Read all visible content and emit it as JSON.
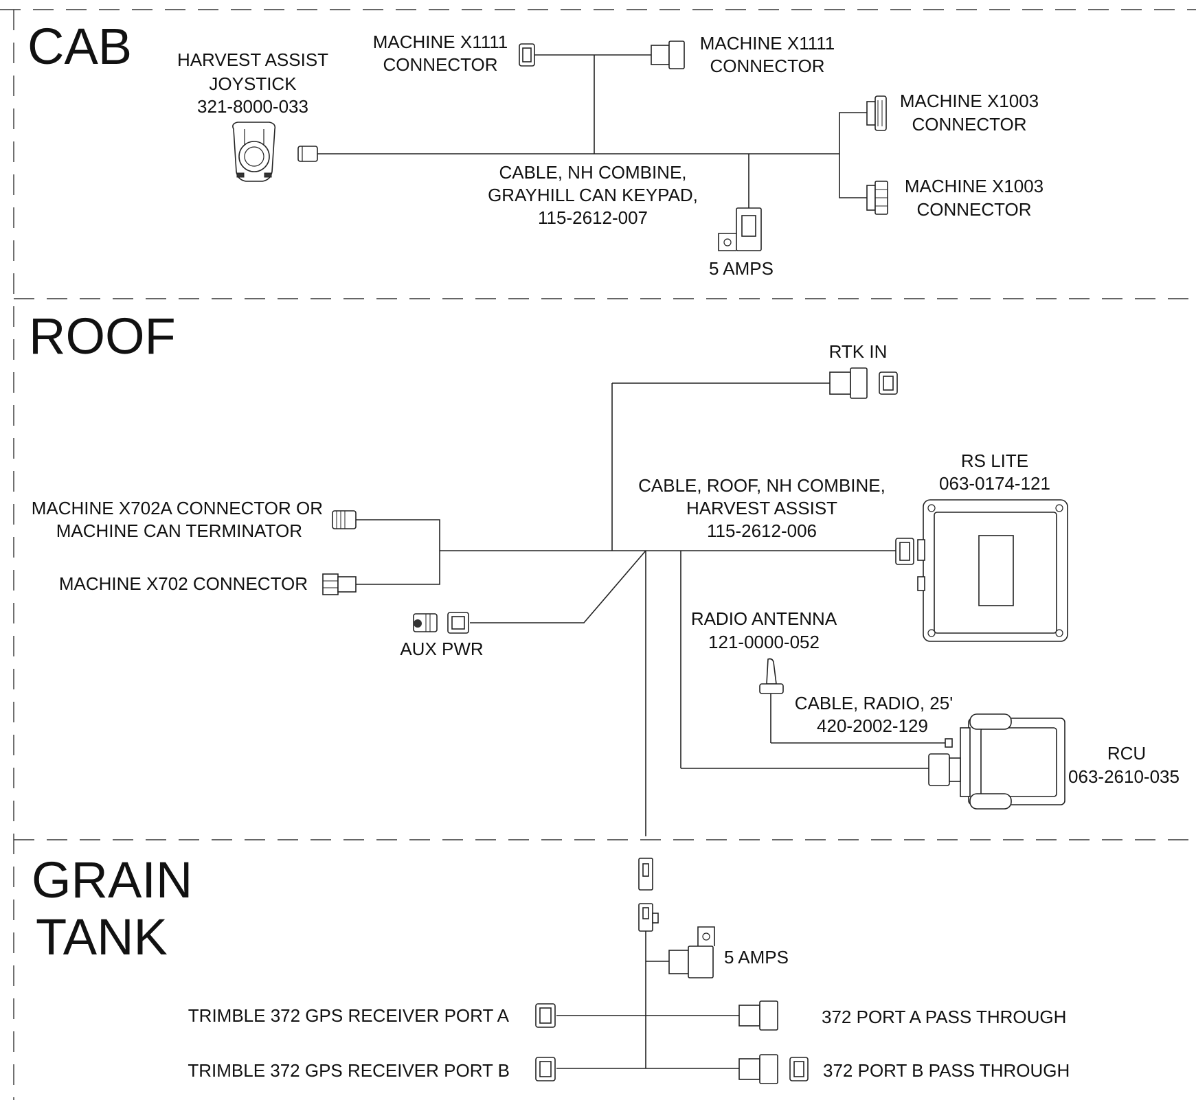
{
  "sections": {
    "cab": "CAB",
    "roof": "ROOF",
    "grain_tank_line1": "GRAIN",
    "grain_tank_line2": "TANK"
  },
  "cab": {
    "joystick": [
      "HARVEST ASSIST",
      "JOYSTICK",
      "321-8000-033"
    ],
    "x1111_left": [
      "MACHINE X1111",
      "CONNECTOR"
    ],
    "x1111_right": [
      "MACHINE X1111",
      "CONNECTOR"
    ],
    "x1003_top": [
      "MACHINE X1003",
      "CONNECTOR"
    ],
    "x1003_bottom": [
      "MACHINE X1003",
      "CONNECTOR"
    ],
    "cable": [
      "CABLE, NH COMBINE,",
      "GRAYHILL CAN KEYPAD,",
      "115-2612-007"
    ],
    "fuse": "5 AMPS"
  },
  "roof": {
    "rtk_in": "RTK IN",
    "rs_lite": [
      "RS LITE",
      "063-0174-121"
    ],
    "cable": [
      "CABLE, ROOF, NH COMBINE,",
      "HARVEST ASSIST",
      "115-2612-006"
    ],
    "x702a": [
      "MACHINE X702A CONNECTOR OR",
      "MACHINE CAN TERMINATOR"
    ],
    "x702": "MACHINE X702 CONNECTOR",
    "aux_pwr": "AUX PWR",
    "radio_antenna": [
      "RADIO ANTENNA",
      "121-0000-052"
    ],
    "radio_cable": [
      "CABLE, RADIO, 25'",
      "420-2002-129"
    ],
    "rcu": [
      "RCU",
      "063-2610-035"
    ]
  },
  "grain_tank": {
    "fuse": "5 AMPS",
    "port_a": "TRIMBLE 372 GPS RECEIVER PORT A",
    "port_b": "TRIMBLE 372 GPS RECEIVER PORT B",
    "pass_a": "372 PORT A PASS THROUGH",
    "pass_b": "372 PORT B PASS THROUGH"
  }
}
